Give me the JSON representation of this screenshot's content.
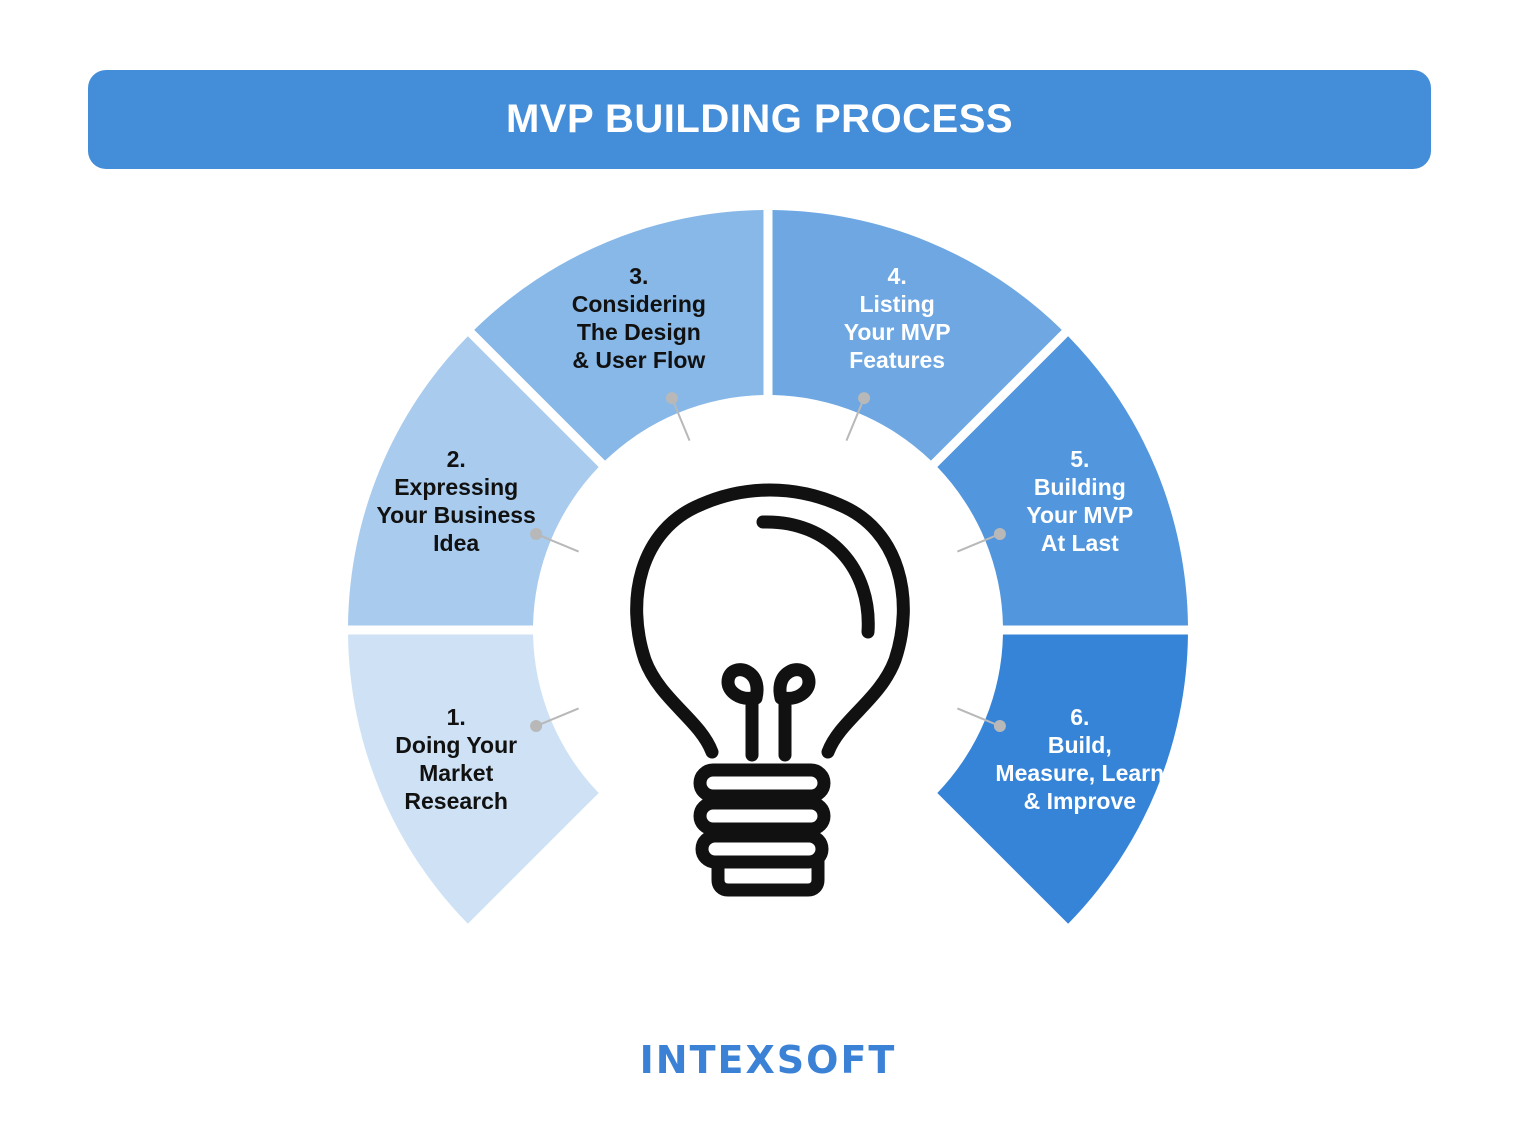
{
  "title": "MVP BUILDING PROCESS",
  "steps": [
    {
      "number": "1.",
      "lines": [
        "Doing Your",
        "Market",
        "Research"
      ],
      "color": "#cfe2f5",
      "text_color": "#111111"
    },
    {
      "number": "2.",
      "lines": [
        "Expressing",
        "Your Business",
        "Idea"
      ],
      "color": "#a9cbee",
      "text_color": "#111111"
    },
    {
      "number": "3.",
      "lines": [
        "Considering",
        "The Design",
        "& User Flow"
      ],
      "color": "#88b8e7",
      "text_color": "#111111"
    },
    {
      "number": "4.",
      "lines": [
        "Listing",
        "Your MVP",
        "Features"
      ],
      "color": "#6ea7e2",
      "text_color": "#ffffff"
    },
    {
      "number": "5.",
      "lines": [
        "Building",
        "Your MVP",
        "At Last"
      ],
      "color": "#5296dd",
      "text_color": "#ffffff"
    },
    {
      "number": "6.",
      "lines": [
        "Build,",
        "Measure, Learn",
        "& Improve"
      ],
      "color": "#3684d8",
      "text_color": "#ffffff"
    }
  ],
  "center_icon": "lightbulb-icon",
  "logo": {
    "text": "INTEXSOFT",
    "color": "#3b82d6"
  },
  "connector_color": "#b8b8b8"
}
